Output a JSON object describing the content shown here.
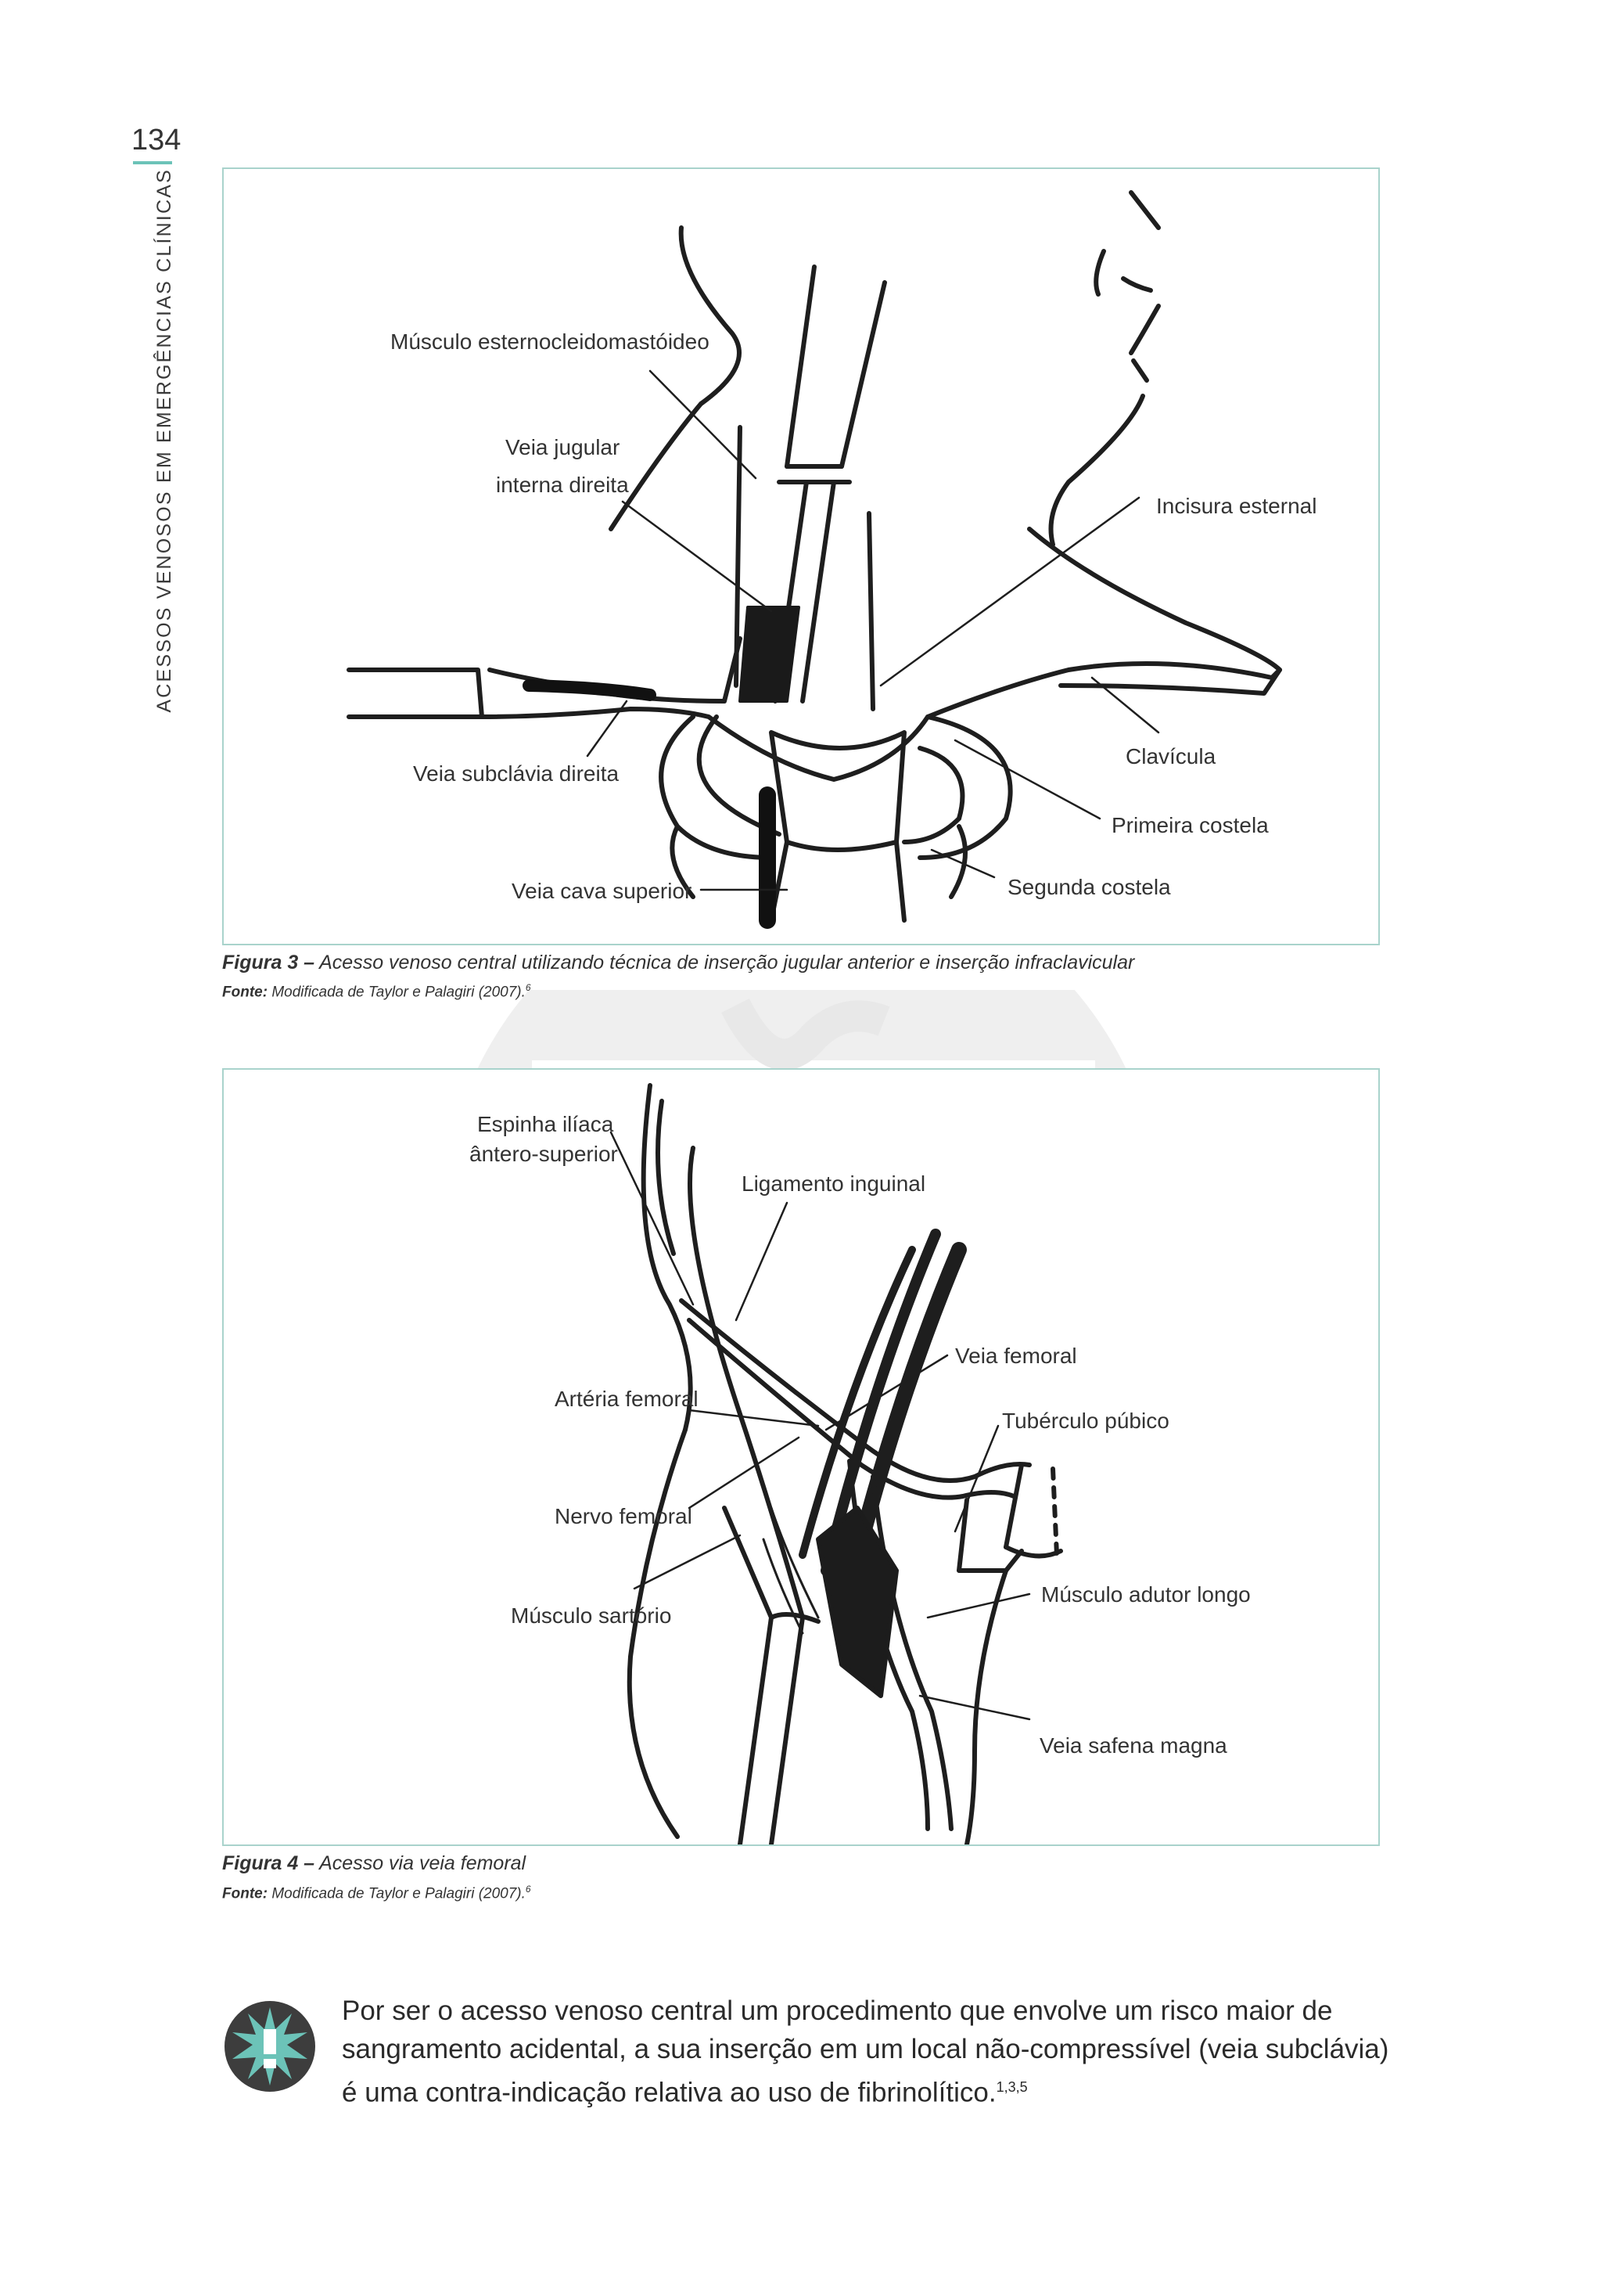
{
  "header": {
    "page_number": "134",
    "running_title": "ACESSOS VENOSOS EM EMERGÊNCIAS CLÍNICAS"
  },
  "figure3": {
    "labels": {
      "esternocleidomastoideo": "Músculo esternocleidomastóideo",
      "jugular_line1": "Veia jugular",
      "jugular_line2": "interna direita",
      "incisura": "Incisura esternal",
      "subclavia": "Veia subclávia direita",
      "clavicula": "Clavícula",
      "primeira_costela": "Primeira costela",
      "cava": "Veia cava superior",
      "segunda_costela": "Segunda costela"
    },
    "caption_label": "Figura 3 –",
    "caption_text": " Acesso venoso central utilizando técnica de inserção jugular anterior e inserção infraclavicular",
    "source_label": "Fonte:",
    "source_text": " Modificada  de Taylor e Palagiri (2007).",
    "source_ref": "6"
  },
  "figure4": {
    "labels": {
      "espinha_line1": "Espinha ilíaca",
      "espinha_line2": "ântero-superior",
      "ligamento": "Ligamento inguinal",
      "veia_femoral": "Veia femoral",
      "arteria_femoral": "Artéria femoral",
      "tuberculo": "Tubérculo púbico",
      "nervo_femoral": "Nervo femoral",
      "adutor": "Músculo adutor longo",
      "sartorio": "Músculo sartório",
      "safena": "Veia safena magna"
    },
    "caption_label": "Figura 4 –",
    "caption_text": " Acesso via veia femoral",
    "source_label": "Fonte:",
    "source_text": " Modificada  de Taylor e Palagiri (2007).",
    "source_ref": "6"
  },
  "alert": {
    "icon": "exclamation-star-icon",
    "text": "Por ser o acesso venoso central um procedimento que envolve um risco maior de sangramento acidental, a sua inserção em um local não-compressível (veia subclávia) é uma contra-indicação relativa ao uso de fibrinolítico.",
    "refs": "1,3,5"
  },
  "colors": {
    "accent": "#6cc3b8",
    "frame": "#a9d3cc",
    "icon_bg": "#3d3d3d"
  }
}
